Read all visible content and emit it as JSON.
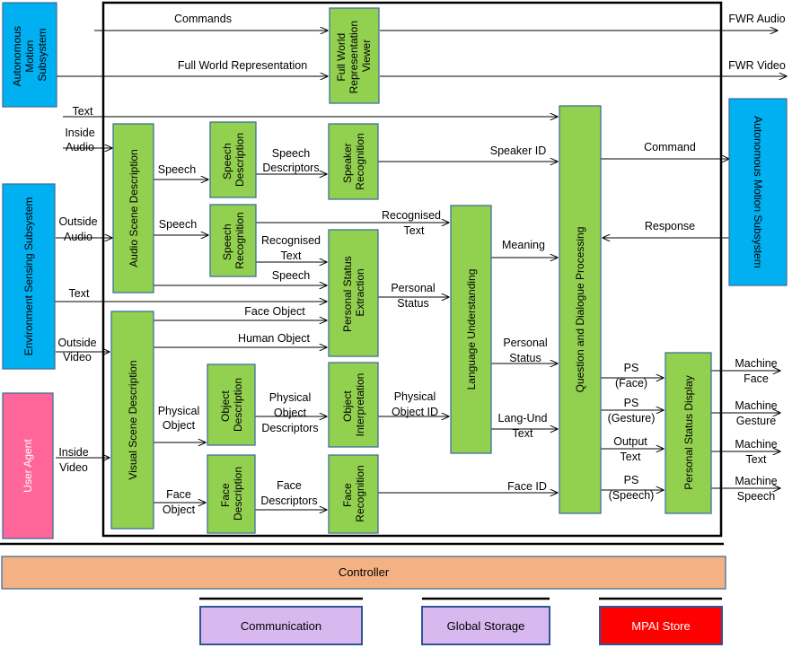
{
  "boxes": {
    "autonomous_motion_left": "Autonomous Motion Subsystem",
    "environment_sensing": "Environment Sensing Subsystem",
    "user_agent": "User Agent",
    "fwr_viewer": "Full World Representation Viewer",
    "audio_scene": "Audio Scene Description",
    "speech_description": "Speech Description",
    "speaker_recognition": "Speaker Recognition",
    "speech_recognition": "Speech Recognition",
    "personal_status_extraction": "Personal Status Extraction",
    "language_understanding": "Language Understanding",
    "question_dialogue": "Question and Dialogue Processing",
    "autonomous_motion_right": "Autonomous Motion Subsystem",
    "visual_scene": "Visual Scene Description",
    "object_description": "Object Description",
    "object_interpretation": "Object Interpretation",
    "face_description": "Face Description",
    "face_recognition": "Face Recognition",
    "personal_status_display": "Personal Status Display",
    "controller": "Controller",
    "communication": "Communication",
    "global_storage": "Global Storage",
    "mpai_store": "MPAI Store"
  },
  "labels": {
    "commands": "Commands",
    "full_world_rep": "Full World Representation",
    "fwr_audio": "FWR Audio",
    "fwr_video": "FWR Video",
    "text_top": "Text",
    "inside_audio": [
      "Inside",
      "Audio"
    ],
    "outside_audio": [
      "Outside",
      "Audio"
    ],
    "text_mid": "Text",
    "outside_video": [
      "Outside",
      "Video"
    ],
    "inside_video": [
      "Inside",
      "Video"
    ],
    "speech_1": "Speech",
    "speech_2": "Speech",
    "speech_3": "Speech",
    "speech_descriptors": [
      "Speech",
      "Descriptors"
    ],
    "speaker_id": "Speaker ID",
    "recognised_text_1": [
      "Recognised",
      "Text"
    ],
    "recognised_text_2": [
      "Recognised",
      "Text"
    ],
    "face_object_1": "Face Object",
    "human_object": "Human Object",
    "physical_object_1": [
      "Physical",
      "Object"
    ],
    "physical_object_descriptors": [
      "Physical",
      "Object",
      "Descriptors"
    ],
    "physical_object_id": [
      "Physical",
      "Object ID"
    ],
    "face_object_2": [
      "Face",
      "Object"
    ],
    "face_descriptors": [
      "Face",
      "Descriptors"
    ],
    "face_id": "Face ID",
    "personal_status_1": [
      "Personal",
      "Status"
    ],
    "meaning": "Meaning",
    "personal_status_2": [
      "Personal",
      "Status"
    ],
    "lang_und_text": [
      "Lang-Und",
      "Text"
    ],
    "command": "Command",
    "response": "Response",
    "ps_face": [
      "PS",
      "(Face)"
    ],
    "ps_gesture": [
      "PS",
      "(Gesture)"
    ],
    "output_text": [
      "Output",
      "Text"
    ],
    "ps_speech": [
      "PS",
      "(Speech)"
    ],
    "machine_face": [
      "Machine",
      "Face"
    ],
    "machine_gesture": [
      "Machine",
      "Gesture"
    ],
    "machine_text": [
      "Machine",
      "Text"
    ],
    "machine_speech": [
      "Machine",
      "Speech"
    ]
  },
  "colors": {
    "module_green": "#92D050",
    "subsystem_blue": "#00B0F0",
    "user_agent_pink": "#FF6699",
    "controller_orange": "#F4B183",
    "resource_lilac": "#D9B8F0",
    "store_red": "#FF0000"
  }
}
